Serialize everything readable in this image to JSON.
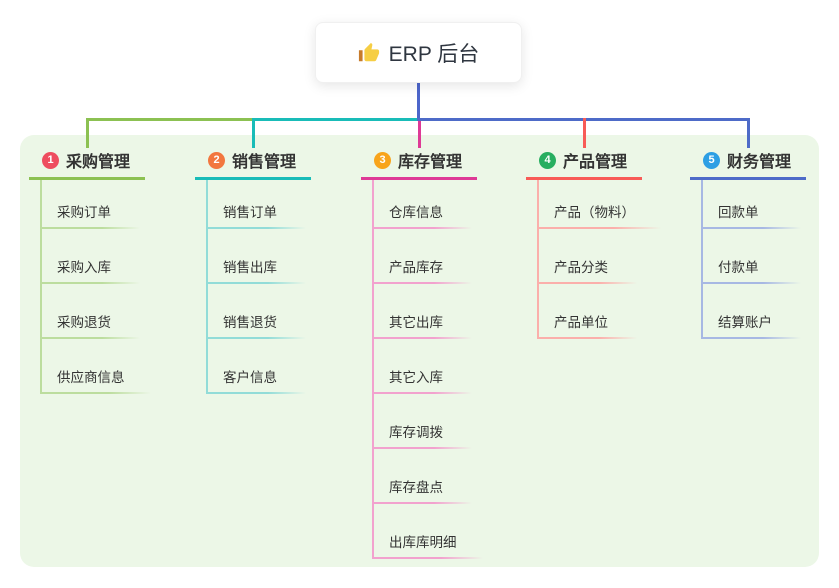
{
  "root": {
    "title": "ERP 后台",
    "icon": "thumbs-up-icon"
  },
  "branches": [
    {
      "index": "1",
      "title": "采购管理",
      "badge_color": "#EE4D5F",
      "line_color": "#8CC152",
      "light_color": "#BCDD9E",
      "children": [
        "采购订单",
        "采购入库",
        "采购退货",
        "供应商信息"
      ]
    },
    {
      "index": "2",
      "title": "销售管理",
      "badge_color": "#F2773F",
      "line_color": "#19BCB8",
      "light_color": "#92DCD8",
      "children": [
        "销售订单",
        "销售出库",
        "销售退货",
        "客户信息"
      ]
    },
    {
      "index": "3",
      "title": "库存管理",
      "badge_color": "#F8A41B",
      "line_color": "#DE3A96",
      "light_color": "#F2A2CE",
      "children": [
        "仓库信息",
        "产品库存",
        "其它出库",
        "其它入库",
        "库存调拨",
        "库存盘点",
        "出库库明细"
      ]
    },
    {
      "index": "4",
      "title": "产品管理",
      "badge_color": "#27AE60",
      "line_color": "#F85B57",
      "light_color": "#FBAFAB",
      "children": [
        "产品（物料）",
        "产品分类",
        "产品单位"
      ]
    },
    {
      "index": "5",
      "title": "财务管理",
      "badge_color": "#2D9FE4",
      "line_color": "#4E6BC8",
      "light_color": "#A7B8E3",
      "children": [
        "回款单",
        "付款单",
        "结算账户"
      ]
    }
  ],
  "colors": {
    "panel_bg": "#ECF7E7",
    "root_line": "#4D66CB",
    "text": "#333333",
    "thumb_hand": "#F6CE44",
    "thumb_cuff": "#C77B2B"
  }
}
